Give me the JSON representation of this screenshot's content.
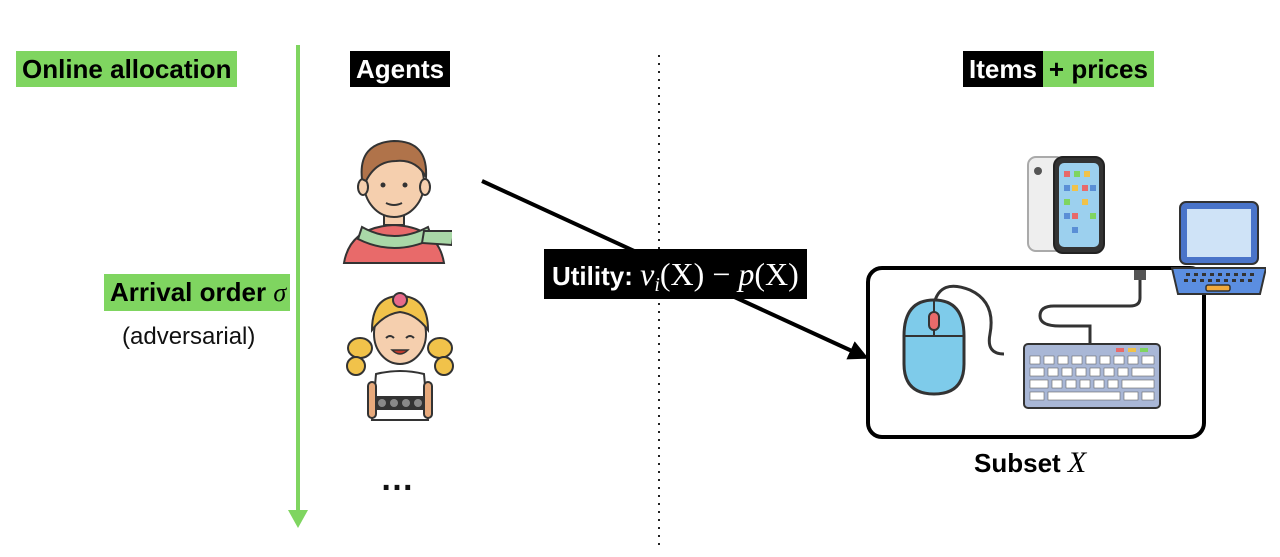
{
  "title": "Online allocation",
  "agents_header": "Agents",
  "items_header": {
    "part1": "Items",
    "part2": "+ prices"
  },
  "arrival": {
    "label": "Arrival order",
    "symbol": "σ",
    "note": "(adversarial)"
  },
  "utility": {
    "label": "Utility:",
    "v": "v",
    "sub": "i",
    "X1": "(X)",
    "minus": " − ",
    "p": "p",
    "X2": "(X)"
  },
  "subset": {
    "label": "Subset",
    "symbol": "X"
  },
  "ellipsis": "…",
  "icons": [
    "man-with-scarf-icon",
    "girl-with-braids-icon",
    "smartphone-icon",
    "laptop-icon",
    "mouse-icon",
    "keyboard-icon"
  ],
  "colors": {
    "green": "#7fd560",
    "black": "#000000"
  }
}
